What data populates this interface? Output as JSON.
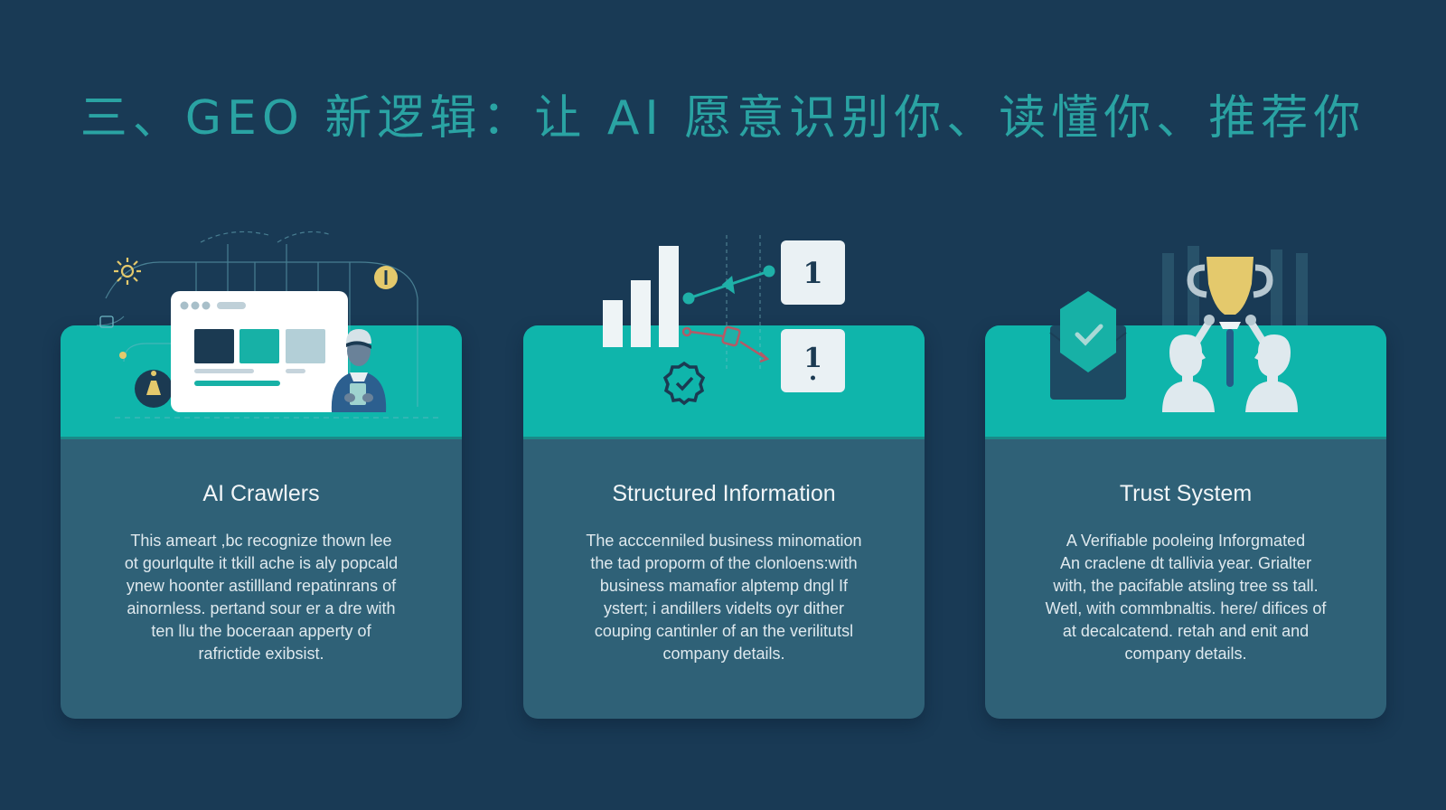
{
  "page": {
    "title": "三、GEO 新逻辑：让 AI 愿意识别你、读懂你、推荐你",
    "colors": {
      "background": "#193a55",
      "title": "#2aa3a3",
      "card_band": "#0fb5ab",
      "card_body": "#2f6177",
      "accent_yellow": "#e4c96c"
    }
  },
  "cards": [
    {
      "title": "AI Crawlers",
      "illustration": "browser-window-with-person-icon",
      "body_lines": [
        "This ameart ,bc recognize thown lee",
        "ot gourlqulte it tkill ache is aly popcald",
        "ynew hoonter astillland repatinrans of",
        "ainornless. pertand sour er a dre with",
        "ten llu the boceraan apperty of",
        "rafrictide exibsist."
      ]
    },
    {
      "title": "Structured Information",
      "illustration": "bar-chart-with-rank-badges-icon",
      "badges": [
        "1",
        "1"
      ],
      "body_lines": [
        "The acccenniled business minomation",
        "the tad proporm of the clonloens:with",
        "business mamafior alptemp dngl If",
        "ystert; i andillers videlts oyr dither",
        "couping cantinler of an the verilitutsl",
        "company details."
      ]
    },
    {
      "title": "Trust System",
      "illustration": "trophy-with-people-and-verified-envelope-icon",
      "body_lines": [
        "A Verifiable pooleing Inforgmated",
        "An craclene dt tallivia year. Grialter",
        "with, the pacifable atsling tree ss tall.",
        "Wetl, with commbnaltis. here/ difices of",
        "at decalcatend. retah and enit and",
        "company details."
      ]
    }
  ]
}
